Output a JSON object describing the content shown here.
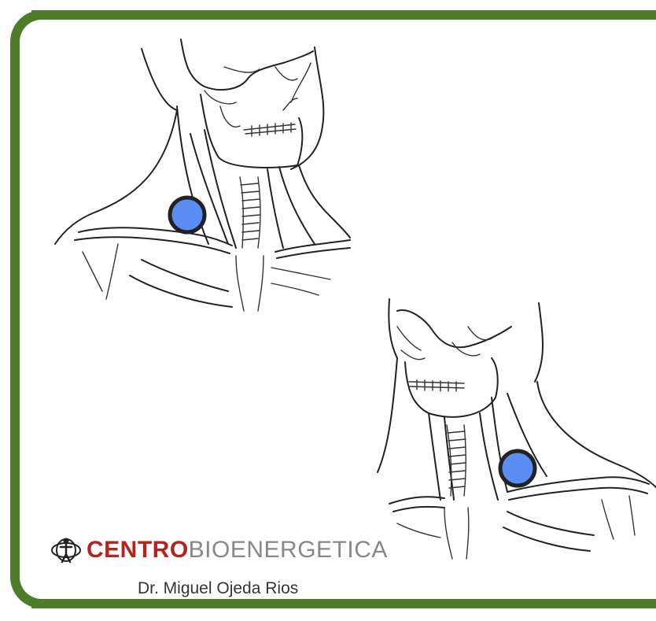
{
  "brand": {
    "name_bold": "CENTRO",
    "name_light": "BIOENERGETICA",
    "author": "Dr. Miguel Ojeda Rios"
  },
  "colors": {
    "frame": "#4e7d2a",
    "marker_fill": "#5a8ef5",
    "brand_red": "#b2241d",
    "brand_gray": "#888888"
  },
  "illustrations": [
    {
      "view": "neck-front-view",
      "marker": "blue-point-left-side-of-neck"
    },
    {
      "view": "neck-front-view-turned",
      "marker": "blue-point-right-side-of-neck"
    }
  ]
}
